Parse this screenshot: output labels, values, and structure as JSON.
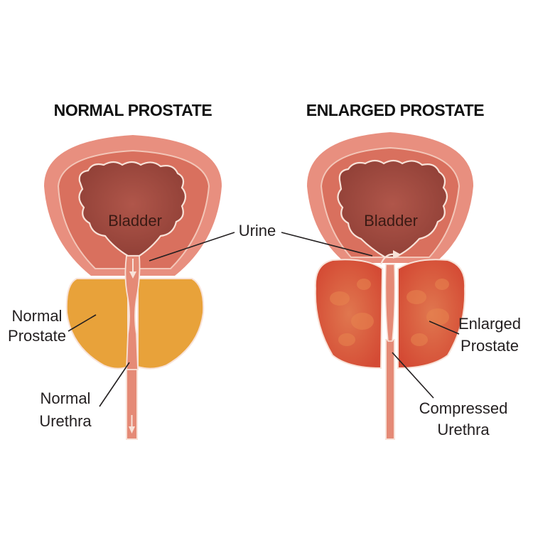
{
  "titles": {
    "normal": "NORMAL PROSTATE",
    "enlarged": "ENLARGED PROSTATE"
  },
  "labels": {
    "bladder_left": "Bladder",
    "bladder_right": "Bladder",
    "urine": "Urine",
    "normal_prostate": [
      "Normal",
      "Prostate"
    ],
    "normal_urethra": [
      "Normal",
      "Urethra"
    ],
    "enlarged_prostate": [
      "Enlarged",
      "Prostate"
    ],
    "compressed_urethra": [
      "Compressed",
      "Urethra"
    ]
  },
  "colors": {
    "bladder_outer": "#e88f7f",
    "bladder_wall": "#d9705e",
    "bladder_lumen": "#a34d42",
    "normal_prostate": "#e8a23a",
    "enlarged_prostate": "#dd5a3e",
    "urethra": "#e58a76",
    "outline": "#f8e2d8"
  }
}
